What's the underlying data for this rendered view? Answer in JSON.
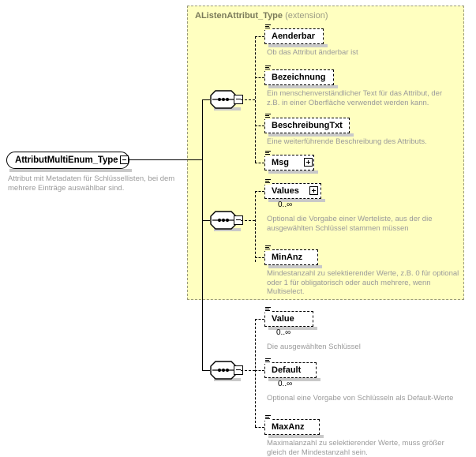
{
  "diagram": {
    "title_type": "AttributMultiEnum_Type",
    "title_annotation": "Attribut mit Metadaten für Schlüssellisten, bei dem\nmehrere Einträge auswählbar sind.",
    "root_toggle_icon": "minus-toggle-icon"
  },
  "extension": {
    "name": "AListenAttribut_Type",
    "kind": "(extension)",
    "background": "#ffffc0",
    "border_color": "#9a9a7a"
  },
  "sequences": [
    {
      "name": "sequence-compositor-extension-top",
      "icon": "sequence-icon",
      "toggle": "minus-toggle-icon"
    },
    {
      "name": "sequence-compositor-extension-bottom",
      "icon": "sequence-icon",
      "toggle": "minus-toggle-icon"
    },
    {
      "name": "sequence-compositor-own",
      "icon": "sequence-icon",
      "toggle": "minus-toggle-icon"
    }
  ],
  "elements": [
    {
      "id": "aenderbar",
      "label": "Aenderbar",
      "cardinality": "",
      "annotation": "Ob das Attribut änderbar ist",
      "expandable": false,
      "group": "extension"
    },
    {
      "id": "bezeichnung",
      "label": "Bezeichnung",
      "cardinality": "",
      "annotation": "Ein menschenverständlicher Text für das Attribut, der\nz.B. in einer Oberfläche verwendet werden kann.",
      "expandable": false,
      "group": "extension"
    },
    {
      "id": "beschreibungtxt",
      "label": "BeschreibungTxt",
      "cardinality": "",
      "annotation": "Eine weiterführende Beschreibung des Attributs.",
      "expandable": false,
      "group": "extension"
    },
    {
      "id": "msg",
      "label": "Msg",
      "cardinality": "",
      "annotation": "",
      "expandable": true,
      "group": "extension"
    },
    {
      "id": "values",
      "label": "Values",
      "cardinality": "0..∞",
      "annotation": "Optional die Vorgabe einer Werteliste, aus der die\nausgewählten Schlüssel stammen müssen",
      "expandable": true,
      "group": "extension"
    },
    {
      "id": "minanz",
      "label": "MinAnz",
      "cardinality": "",
      "annotation": "Mindestanzahl zu selektierender Werte, z.B. 0 für optional\noder 1 für obligatorisch oder auch mehrere, wenn\nMultiselect.",
      "expandable": false,
      "group": "extension"
    },
    {
      "id": "value",
      "label": "Value",
      "cardinality": "0..∞",
      "annotation": "Die ausgewählten Schlüssel",
      "expandable": false,
      "group": "own"
    },
    {
      "id": "default",
      "label": "Default",
      "cardinality": "0..∞",
      "annotation": "Optional eine Vorgabe von Schlüsseln als Default-Werte",
      "expandable": false,
      "group": "own"
    },
    {
      "id": "maxanz",
      "label": "MaxAnz",
      "cardinality": "",
      "annotation": "Maximalanzahl zu selektierender Werte, muss größer\ngleich der Mindestanzahl sein.",
      "expandable": false,
      "group": "own"
    }
  ]
}
